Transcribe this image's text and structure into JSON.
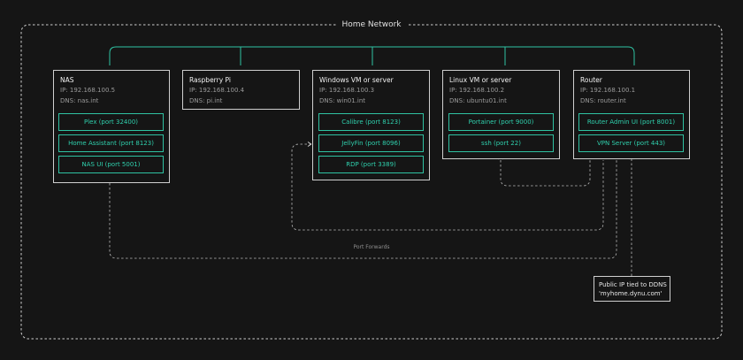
{
  "frame": {
    "title": "Home Network"
  },
  "edge_label": "Port Forwards",
  "public_ip": {
    "line1": "Public IP tied to DDNS",
    "line2": "'myhome.dynu.com'"
  },
  "nodes": {
    "nas": {
      "title": "NAS",
      "ip": "IP: 192.168.100.5",
      "dns": "DNS: nas.int",
      "services": [
        "Plex (port 32400)",
        "Home Assistant (port 8123)",
        "NAS UI (port 5001)"
      ]
    },
    "pi": {
      "title": "Raspberry Pi",
      "ip": "IP: 192.168.100.4",
      "dns": "DNS: pi.int",
      "services": []
    },
    "win": {
      "title": "Windows VM or server",
      "ip": "IP: 192.168.100.3",
      "dns": "DNS: win01.int",
      "services": [
        "Calibre (port 8123)",
        "JellyFin (port 8096)",
        "RDP (port 3389)"
      ]
    },
    "linux": {
      "title": "Linux VM or server",
      "ip": "IP: 192.168.100.2",
      "dns": "DNS: ubuntu01.int",
      "services": [
        "Portainer (port 9000)",
        "ssh (port 22)"
      ]
    },
    "router": {
      "title": "Router",
      "ip": "IP: 192.168.100.1",
      "dns": "DNS: router.int",
      "services": [
        "Router Admin UI (port 8001)",
        "VPN Server (port 443)"
      ]
    }
  },
  "colors": {
    "service": "#2fc2a2",
    "border": "#cfcfcf",
    "background": "#151515"
  }
}
